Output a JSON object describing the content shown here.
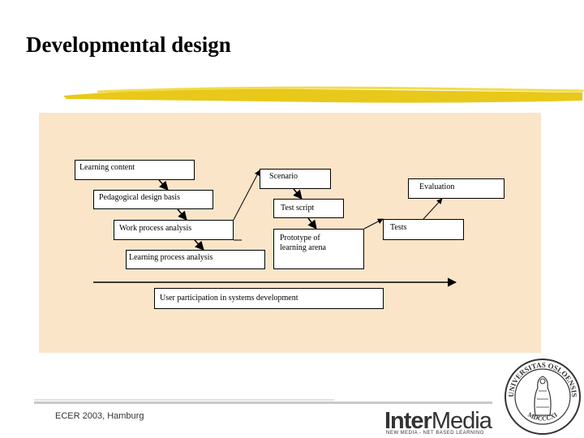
{
  "slide": {
    "title": "Developmental design"
  },
  "diagram": {
    "boxes": {
      "learning_content": "Learning content",
      "pedagogical_design_basis": "Pedagogical design basis",
      "work_process_analysis": "Work process analysis",
      "learning_process_analysis": "Learning process analysis",
      "scenario": "Scenario",
      "test_script": "Test script",
      "prototype_line1": "Prototype of",
      "prototype_line2": "learning arena",
      "evaluation": "Evaluation",
      "tests": "Tests",
      "user_participation": "User participation in systems development"
    }
  },
  "footer": {
    "event": "ECER 2003, Hamburg",
    "logo_inter": "Inter",
    "logo_media": "Media",
    "logo_tagline": "NEW MEDIA - NET BASED LEARNING",
    "seal_text": "UNIVERSITAS OSLOENSIS",
    "seal_year": "MDCCCXI"
  },
  "colors": {
    "panel": "#fbe5c9",
    "underline": "#e6c200"
  }
}
